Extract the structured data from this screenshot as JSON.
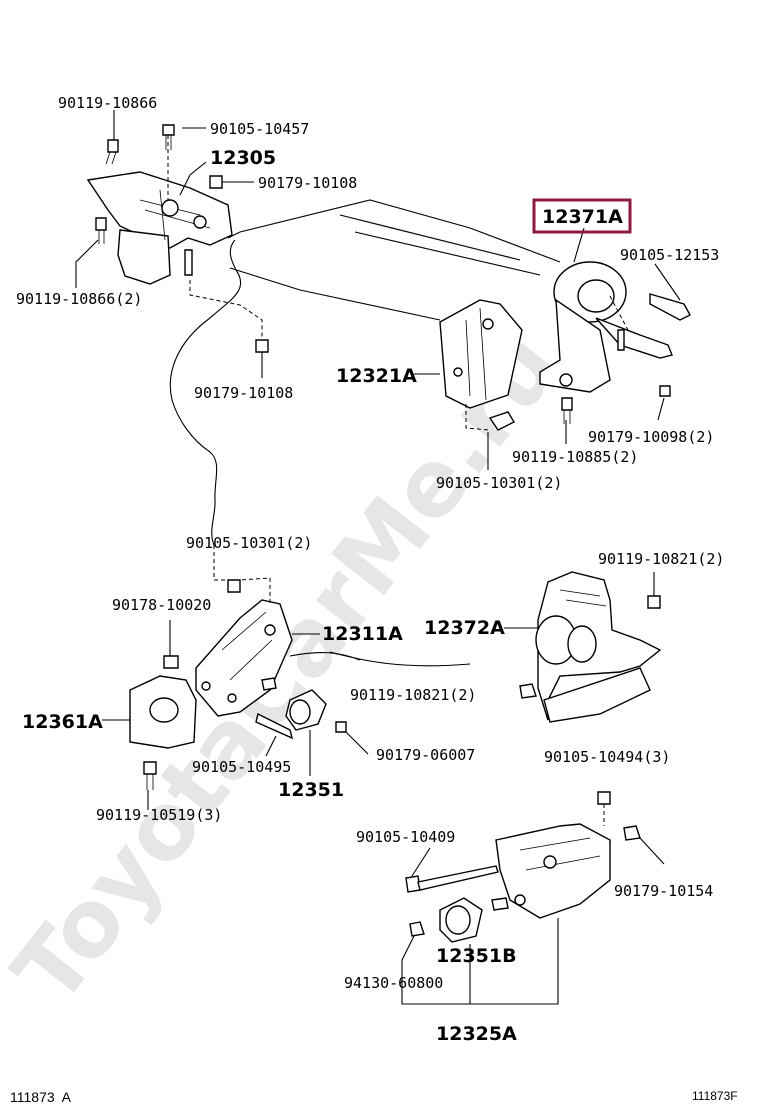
{
  "watermark": "ToyotaCarMe.ru",
  "highlight_color": "#8b1a3c",
  "labels": {
    "l1": "90119-10866",
    "l2": "90105-10457",
    "l3": "12305",
    "l4": "90179-10108",
    "l5": "90119-10866(2)",
    "l6": "12371A",
    "l7": "90105-12153",
    "l8": "12321A",
    "l9": "90179-10108",
    "l10": "90179-10098(2)",
    "l11": "90119-10885(2)",
    "l12": "90105-10301(2)",
    "l13": "90105-10301(2)",
    "l14": "90119-10821(2)",
    "l15": "90178-10020",
    "l16": "12311A",
    "l17": "12372A",
    "l18": "90119-10821(2)",
    "l19": "12361A",
    "l20": "90179-06007",
    "l21": "90105-10495",
    "l22": "12351",
    "l23": "90105-10494(3)",
    "l24": "90119-10519(3)",
    "l25": "90105-10409",
    "l26": "90179-10154",
    "l27": "12351B",
    "l28": "94130-60800",
    "l29": "12325A"
  },
  "footer": {
    "left": "111873  A",
    "right": "111873F"
  }
}
